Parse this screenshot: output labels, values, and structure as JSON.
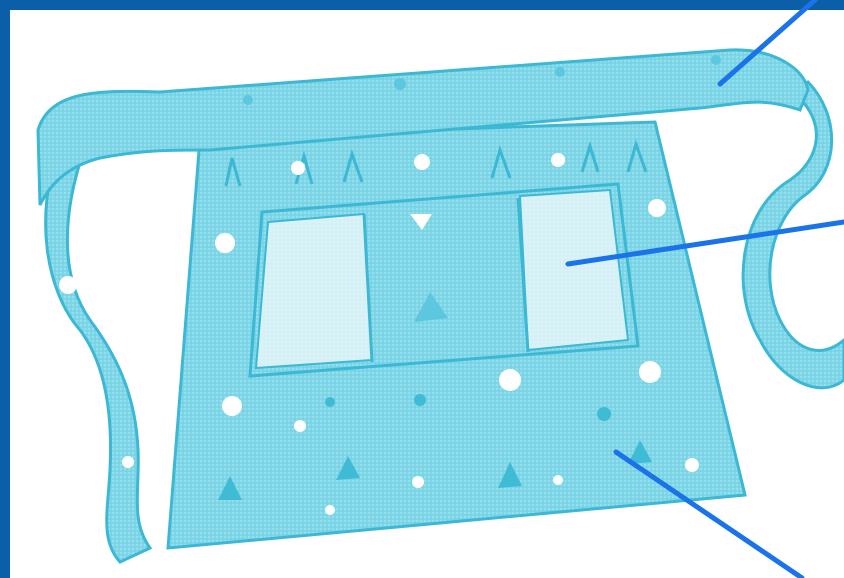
{
  "figure": {
    "subject": "apron",
    "parts": [
      "waistband",
      "pocket",
      "apron-body"
    ],
    "colors": {
      "frame": "#0b5fa8",
      "fabric": "#7fd6e6",
      "fabric_dark": "#3cb8d4",
      "pocket": "#d9f2f6",
      "leader_line": "#1a73e8",
      "dots": "#ffffff",
      "prints": "#52c2da"
    },
    "icon": "apron-illustration"
  }
}
